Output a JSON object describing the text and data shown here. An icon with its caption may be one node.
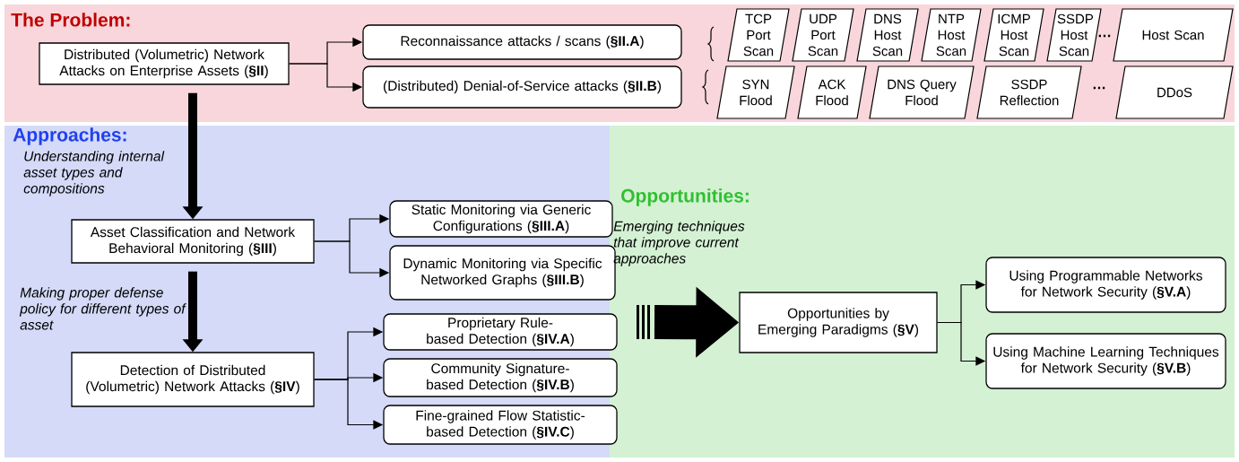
{
  "diagram": {
    "nodes": [
      {
        "text": [
          "The Problem:"
        ]
      },
      {
        "text": [
          "Approaches:"
        ]
      },
      {
        "text": [
          "Opportunities:"
        ]
      },
      {
        "text": [
          "Distributed (Volumetric) Network Attacks on Enterprise Assets (**§II**)"
        ],
        "in": 0
      },
      {
        "text": [
          "Reconnaissance attacks / scans (**§II.A**)"
        ],
        "in": 0
      },
      {
        "text": [
          "(Distributed) Denial-of-Service attacks (**§II.B**)"
        ],
        "in": 0
      },
      {
        "text": [
          "TCP Port Scan"
        ],
        "in": 0
      },
      {
        "text": [
          "UDP Port Scan"
        ],
        "in": 0
      },
      {
        "text": [
          "DNS Host Scan"
        ],
        "in": 0
      },
      {
        "text": [
          "NTP Host Scan"
        ],
        "in": 0
      },
      {
        "text": [
          "ICMP Host Scan"
        ],
        "in": 0
      },
      {
        "text": [
          "SSDP Host Scan"
        ],
        "in": 0
      },
      {
        "text": [
          "Host Scan"
        ],
        "in": 0
      },
      {
        "text": [
          "SYN Flood"
        ],
        "in": 0
      },
      {
        "text": [
          "ACK Flood"
        ],
        "in": 0
      },
      {
        "text": [
          "DNS Query Flood"
        ],
        "in": 0
      },
      {
        "text": [
          "SSDP Reflection"
        ],
        "in": 0
      },
      {
        "text": [
          "DDoS"
        ],
        "in": 0
      },
      {
        "text": [
          "Asset Classification and Network Behavioral Monitoring (**§III**)"
        ],
        "in": 1
      },
      {
        "text": [
          "Static Monitoring via Generic Configurations (**§III.A**)"
        ],
        "in": 1
      },
      {
        "text": [
          "Dynamic Monitoring via Specific Networked Graphs (**§III.B**)"
        ],
        "in": 1
      },
      {
        "text": [
          "Detection of Distributed (Volumetric) Network Attacks (**§IV**)"
        ],
        "in": 1
      },
      {
        "text": [
          "Proprietary Rule-based Detection (**§IV.A**)"
        ],
        "in": 1
      },
      {
        "text": [
          "Community Signature-based Detection (**§IV.B**)"
        ],
        "in": 1
      },
      {
        "text": [
          "Fine-grained Flow Statistic-based Detection (**§IV.C**)"
        ],
        "in": 1
      },
      {
        "text": [
          "Opportunities by Emerging Paradigms (**§V**)"
        ],
        "in": 2
      },
      {
        "text": [
          "Using Programmable Networks for Network Security (**§V.A**)"
        ],
        "in": 2
      },
      {
        "text": [
          "Using Machine Learning Techniques for Network Security (**§V.B**)"
        ],
        "in": 2
      }
    ],
    "edges": [
      {
        "from": 3,
        "to": 4,
        "arrow": "to"
      },
      {
        "from": 3,
        "to": 5,
        "arrow": "to"
      },
      {
        "from": 3,
        "to": 18,
        "arrow": "to",
        "style": "thick",
        "label": "Understanding internal asset types and compositions"
      },
      {
        "from": 18,
        "to": 19,
        "arrow": "to"
      },
      {
        "from": 18,
        "to": 20,
        "arrow": "to"
      },
      {
        "from": 18,
        "to": 21,
        "arrow": "to",
        "style": "thick",
        "label": "Making proper defense policy for different types of asset"
      },
      {
        "from": 21,
        "to": 22,
        "arrow": "to"
      },
      {
        "from": 21,
        "to": 23,
        "arrow": "to"
      },
      {
        "from": 21,
        "to": 24,
        "arrow": "to"
      },
      {
        "from": null,
        "to": 25,
        "arrow": "to",
        "style": "thick",
        "label": "Emerging techniques that improve current approaches"
      },
      {
        "from": 25,
        "to": 26,
        "arrow": "to"
      },
      {
        "from": 25,
        "to": 27,
        "arrow": "to"
      }
    ],
    "labels": [
      "…",
      "…"
    ]
  }
}
